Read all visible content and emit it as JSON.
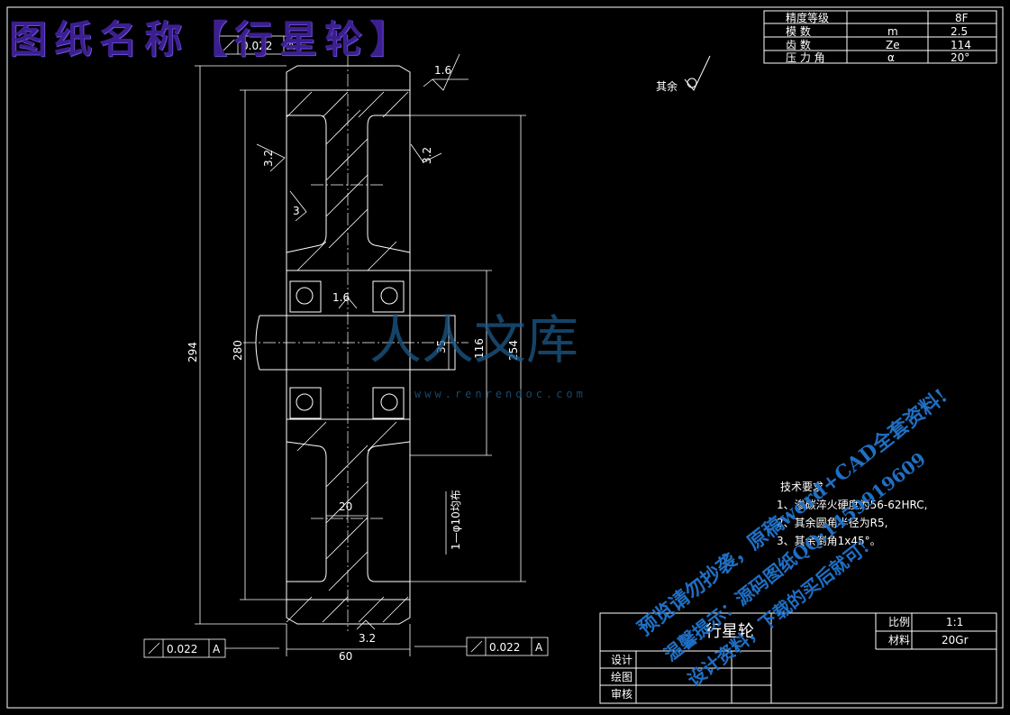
{
  "drawing_title": "图纸名称【行星轮】",
  "params": [
    {
      "label": "精度等级",
      "symbol": "",
      "value": "8F"
    },
    {
      "label": "模 数",
      "symbol": "m",
      "value": "2.5"
    },
    {
      "label": "齿 数",
      "symbol": "Ze",
      "value": "114"
    },
    {
      "label": "压 力 角",
      "symbol": "α",
      "value": "20°"
    }
  ],
  "rest_roughness_label": "其余",
  "dims": {
    "d294": "294",
    "d280": "280",
    "d35": "35",
    "d116": "116",
    "d254": "254",
    "d20": "20",
    "d60": "60",
    "holes": "1—φ10均布"
  },
  "roughness": {
    "r16a": "1.6",
    "r16b": "1.6",
    "r32a": "3.2",
    "r32b": "3.2",
    "r32c": "3.2",
    "r3b": "3"
  },
  "tolerance": {
    "value": "0.022",
    "datum": "A"
  },
  "tech": {
    "heading": "技术要求",
    "items": [
      "1、渗碳淬火硬度为56-62HRC,",
      "2、其余圆角半径为R5,",
      "3、其余倒角1x45°。"
    ]
  },
  "titleblock": {
    "part_name": "行星轮",
    "scale_label": "比例",
    "scale_value": "1:1",
    "material_label": "材料",
    "material_value": "20Gr",
    "design": "设计",
    "draw": "绘图",
    "review": "审核"
  },
  "watermark": {
    "logo": "人人文库",
    "url": "www.renrendoc.com"
  },
  "promo": [
    "预览请勿抄袭，原稿word+CAD全套资料!",
    "温馨提示：源码图纸QQ:1459919609",
    "设计资料，下载的买后就可!"
  ],
  "colors": {
    "line": "#ffffff",
    "title": "#3c1f8f",
    "promo": "#1f6fc4",
    "watermark": "#1d5a8a"
  }
}
